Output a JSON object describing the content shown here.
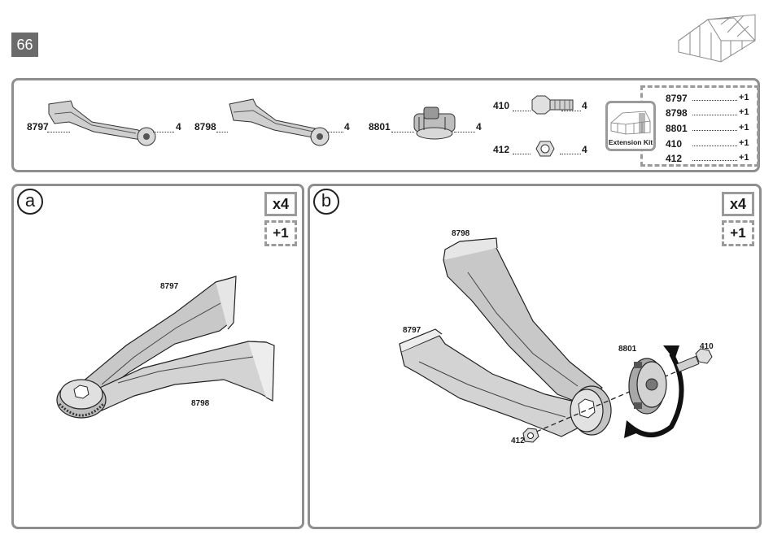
{
  "page": {
    "number": "66"
  },
  "parts_list": {
    "items": [
      {
        "id": "8797",
        "qty": "4"
      },
      {
        "id": "8798",
        "qty": "4"
      },
      {
        "id": "8801",
        "qty": "4"
      },
      {
        "id": "410",
        "qty": "4"
      },
      {
        "id": "412",
        "qty": "4"
      }
    ],
    "extension_kit": {
      "label": "Extension Kit",
      "items": [
        {
          "id": "8797",
          "qty": "+1"
        },
        {
          "id": "8798",
          "qty": "+1"
        },
        {
          "id": "8801",
          "qty": "+1"
        },
        {
          "id": "410",
          "qty": "+1"
        },
        {
          "id": "412",
          "qty": "+1"
        }
      ]
    }
  },
  "step_a": {
    "letter": "a",
    "qty": "x4",
    "extension_qty": "+1",
    "labels": {
      "upper_arm": "8797",
      "lower_arm": "8798"
    }
  },
  "step_b": {
    "letter": "b",
    "qty": "x4",
    "extension_qty": "+1",
    "labels": {
      "upper_arm": "8798",
      "lower_arm": "8797",
      "hub": "8801",
      "bolt": "410",
      "nut": "412"
    }
  }
}
